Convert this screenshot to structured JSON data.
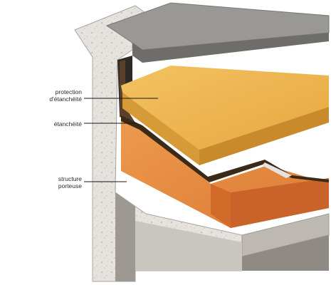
{
  "labels": {
    "protection_line1": "protection",
    "protection_line2": "d'étanchéité",
    "etancheite": "étanchéité",
    "structure_line1": "structure",
    "structure_line2": "porteuse"
  },
  "colors": {
    "concrete": "#e4e1dc",
    "concrete_shadow": "#bdb8b1",
    "concrete_dark": "#8f8a84",
    "cap_top": "#9a9894",
    "cap_face": "#6f6d69",
    "protection_top": "#efb54a",
    "protection_front": "#d69a36",
    "orange_layer": "#e8883f",
    "orange_front": "#d26a2a",
    "membrane": "#4a3520",
    "leader": "#1a1a1a"
  }
}
